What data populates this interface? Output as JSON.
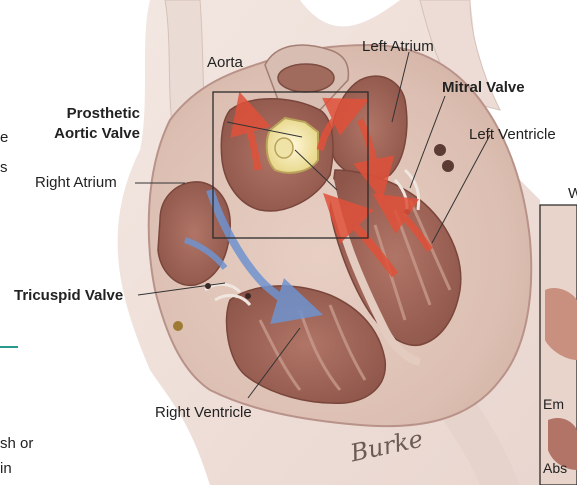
{
  "diagram": {
    "labels": {
      "aorta": "Aorta",
      "left_atrium": "Left Atrium",
      "mitral_valve": "Mitral Valve",
      "left_ventricle": "Left Ventricle",
      "prosthetic_aortic_valve_line1": "Prosthetic",
      "prosthetic_aortic_valve_line2": "Aortic Valve",
      "right_atrium": "Right Atrium",
      "tricuspid_valve": "Tricuspid Valve",
      "right_ventricle": "Right Ventricle"
    },
    "signature": "Burke",
    "cropped_text": {
      "left_col": [
        "e",
        "s",
        "sh or",
        "in"
      ],
      "right_col": [
        "W",
        "Em",
        "Abs"
      ]
    },
    "colors": {
      "oxygenated_flow": "#e0513a",
      "deoxygenated_flow": "#6f93cf",
      "accent_rule": "#2a9a8c"
    }
  }
}
